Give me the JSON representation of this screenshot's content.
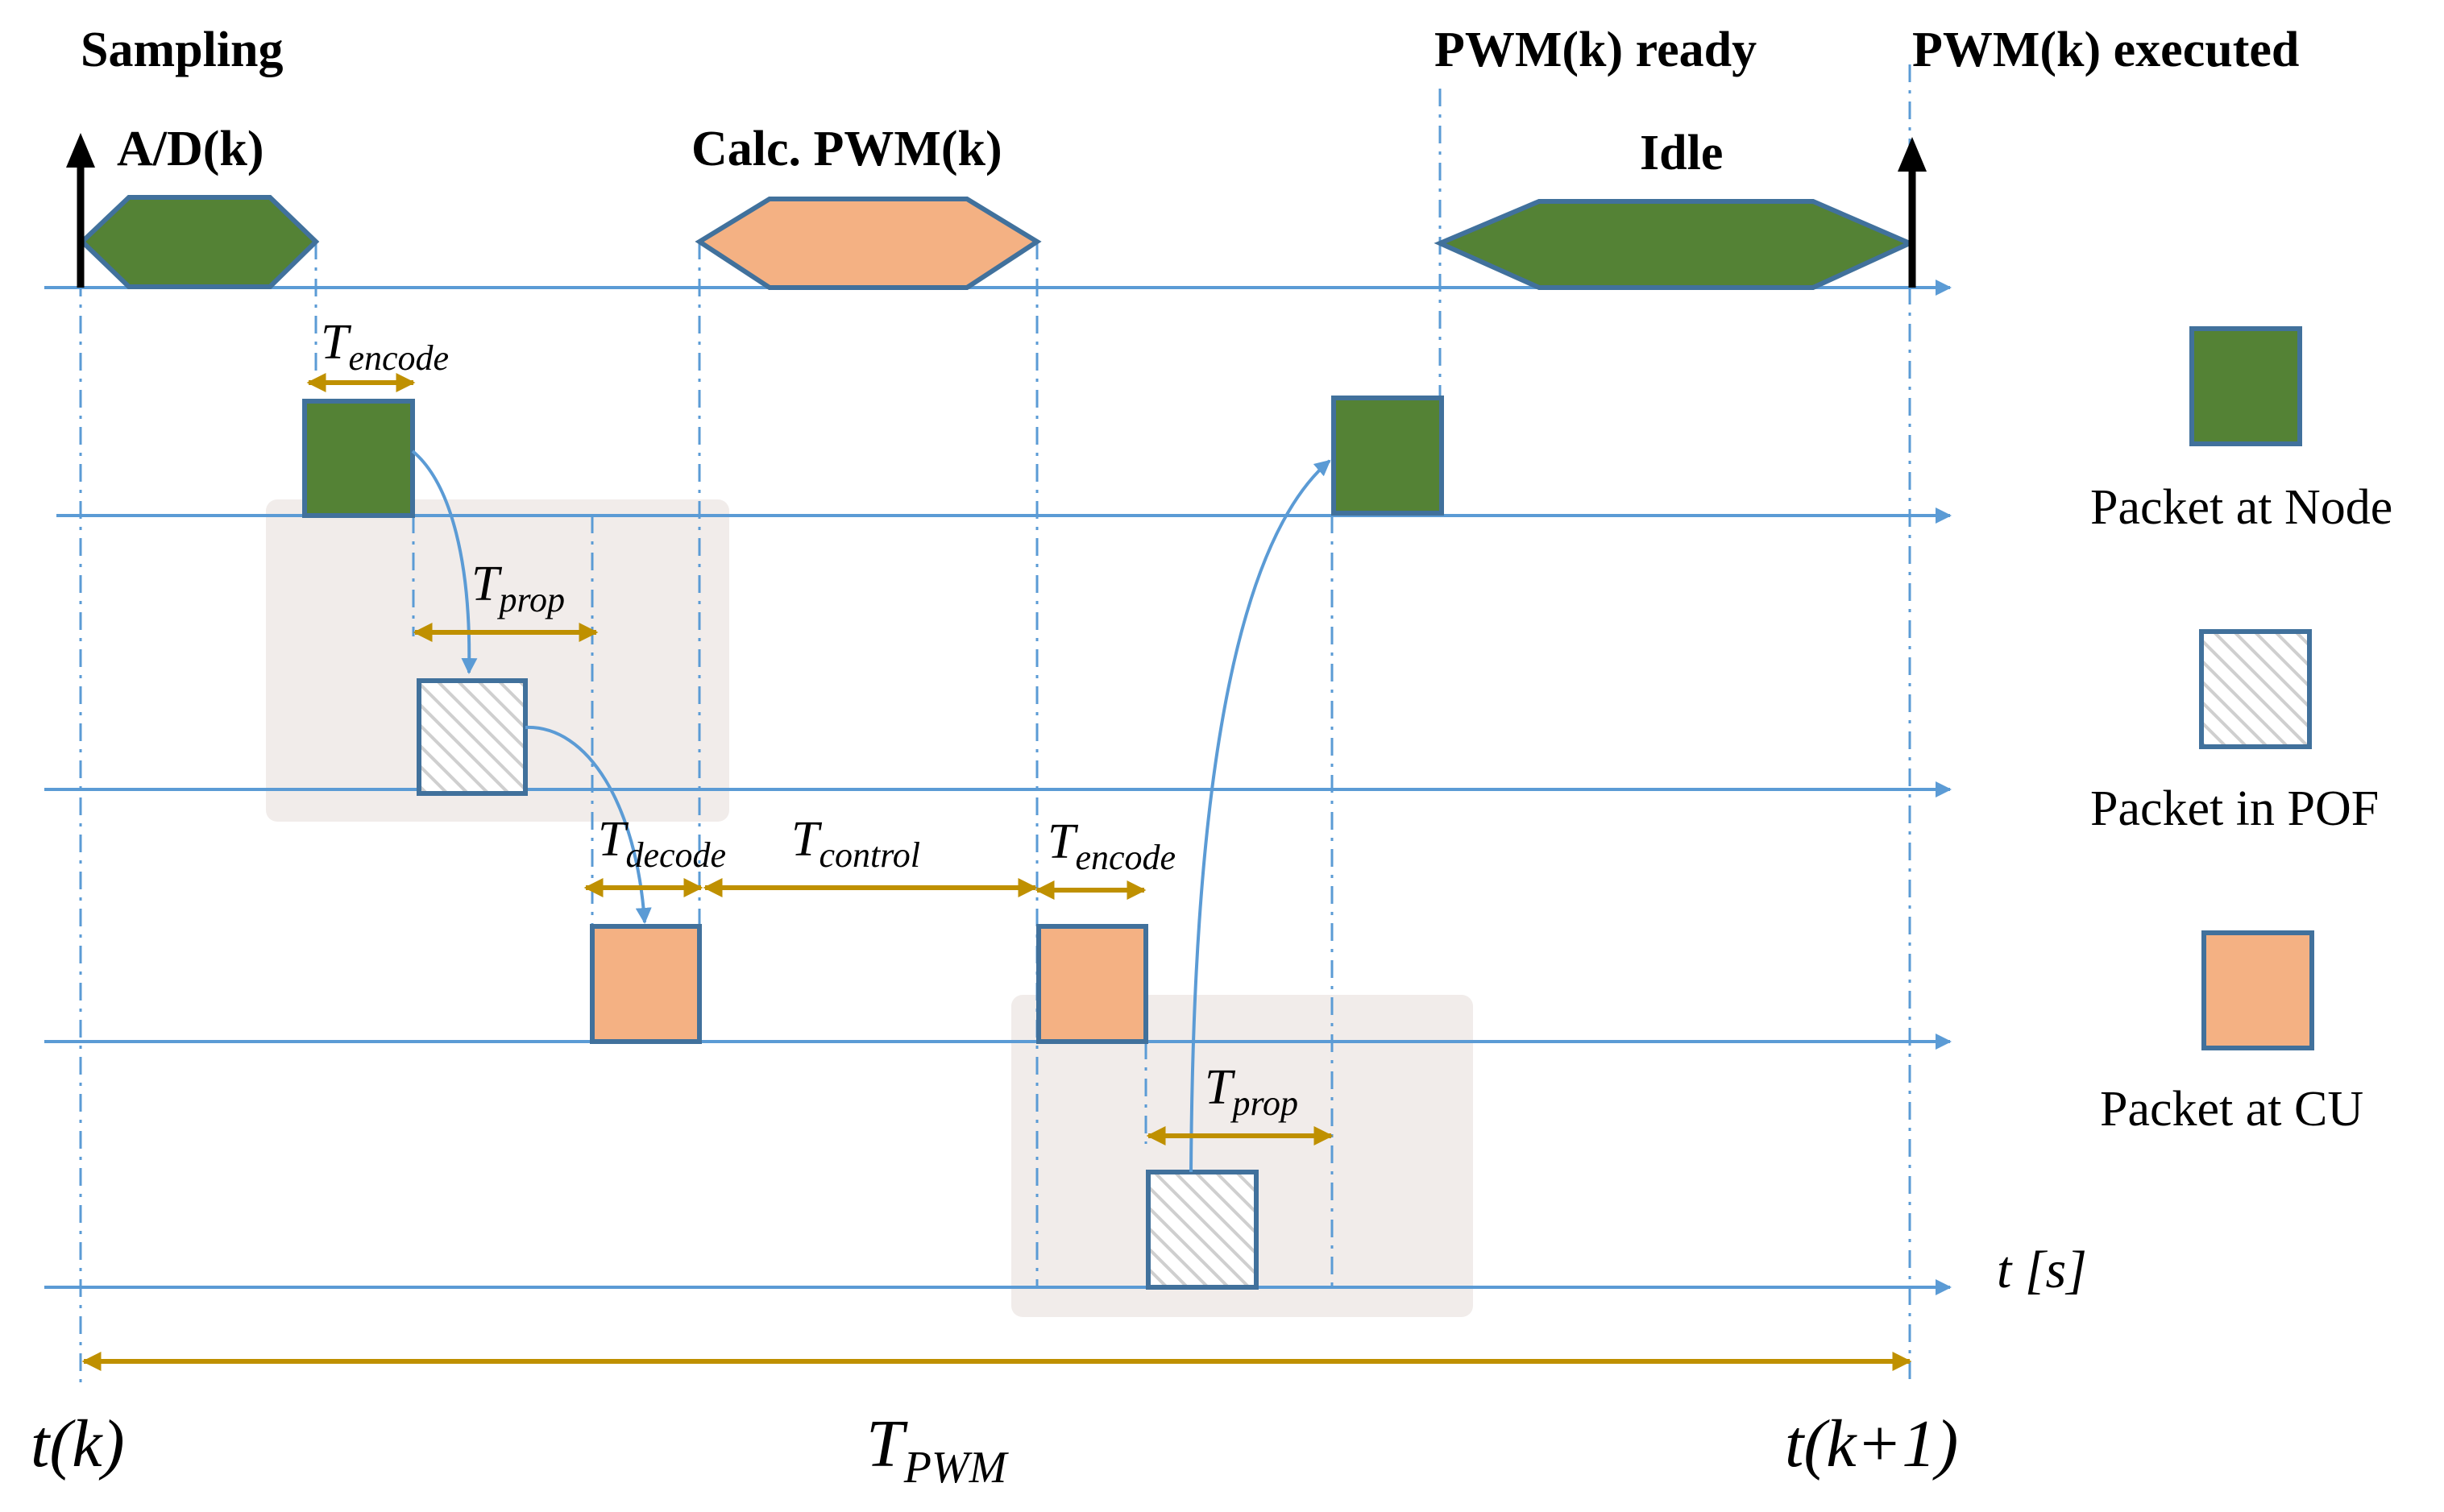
{
  "colors": {
    "axis": "#5b9bd5",
    "node": "#548235",
    "pof": "#e7e6e6",
    "cu": "#f4b183",
    "border": "#41719c",
    "dim": "#bf9000",
    "shade": "#efe9e6",
    "black": "#000000",
    "text": "#000000"
  },
  "top_labels": {
    "sampling": "Sampling",
    "ad": "A/D(k)",
    "calc": "Calc. PWM(k)",
    "ready": "PWM(k) ready",
    "idle": "Idle",
    "executed": "PWM(k) executed"
  },
  "legend": {
    "node": "Packet at Node",
    "pof": "Packet in POF",
    "cu": "Packet at CU"
  },
  "labels": {
    "t_encode_1": {
      "base": "T",
      "sub": "encode"
    },
    "t_prop_1": {
      "base": "T",
      "sub": "prop"
    },
    "t_decode": {
      "base": "T",
      "sub": "decode"
    },
    "t_control": {
      "base": "T",
      "sub": "control"
    },
    "t_encode_2": {
      "base": "T",
      "sub": "encode"
    },
    "t_prop_2": {
      "base": "T",
      "sub": "prop"
    },
    "t_pwm": {
      "base": "T",
      "sub": "PWM"
    }
  },
  "axis_labels": {
    "ts": "t [s]",
    "tk": "t(k)",
    "tk1": "t(k+1)"
  }
}
